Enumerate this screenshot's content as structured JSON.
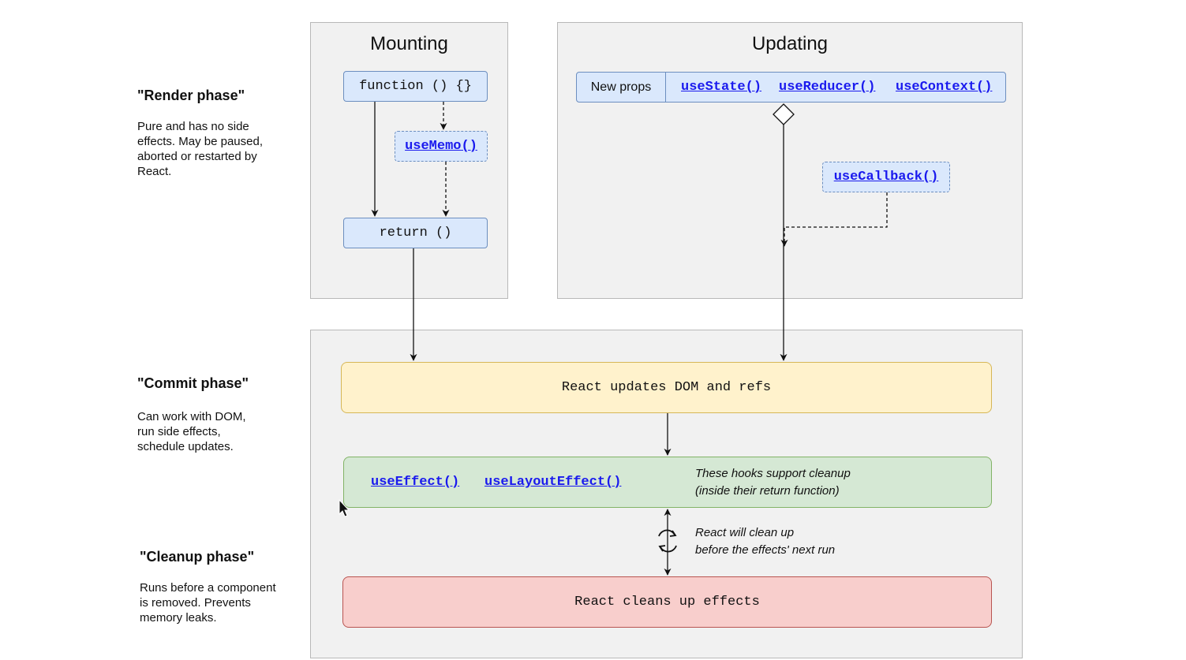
{
  "phases": {
    "render": {
      "title": "\"Render phase\"",
      "desc": "Pure and has no side effects. May be paused, aborted or restarted by React."
    },
    "commit": {
      "title": "\"Commit phase\"",
      "desc": "Can work with DOM, run side effects, schedule updates."
    },
    "cleanup": {
      "title": "\"Cleanup phase\"",
      "desc": "Runs before a component is removed. Prevents memory leaks."
    }
  },
  "mounting": {
    "title": "Mounting",
    "function_label": "function () {}",
    "usememo_label": "useMemo()",
    "return_label": "return ()"
  },
  "updating": {
    "title": "Updating",
    "new_props_label": "New props",
    "hooks": [
      "useState()",
      "useReducer()",
      "useContext()"
    ],
    "usecallback_label": "useCallback()"
  },
  "commit": {
    "dom_label": "React updates DOM and refs",
    "effect_hooks": [
      "useEffect()",
      "useLayoutEffect()"
    ],
    "effects_note_line1": "These hooks support cleanup",
    "effects_note_line2": "(inside their return function)",
    "cleanup_note_line1": "React will clean up",
    "cleanup_note_line2": "before the effects' next run",
    "cleanup_label": "React cleans up effects"
  },
  "colors": {
    "blue_fill": "#dae8fc",
    "blue_stroke": "#6c8ebf",
    "yellow_fill": "#fff2cc",
    "yellow_stroke": "#d6b656",
    "green_fill": "#d5e8d4",
    "green_stroke": "#82b366",
    "red_fill": "#f8cecc",
    "red_stroke": "#b85450",
    "hook_link": "#1a1aee"
  },
  "icons": [
    "refresh-cycle-icon",
    "mouse-pointer-icon"
  ]
}
